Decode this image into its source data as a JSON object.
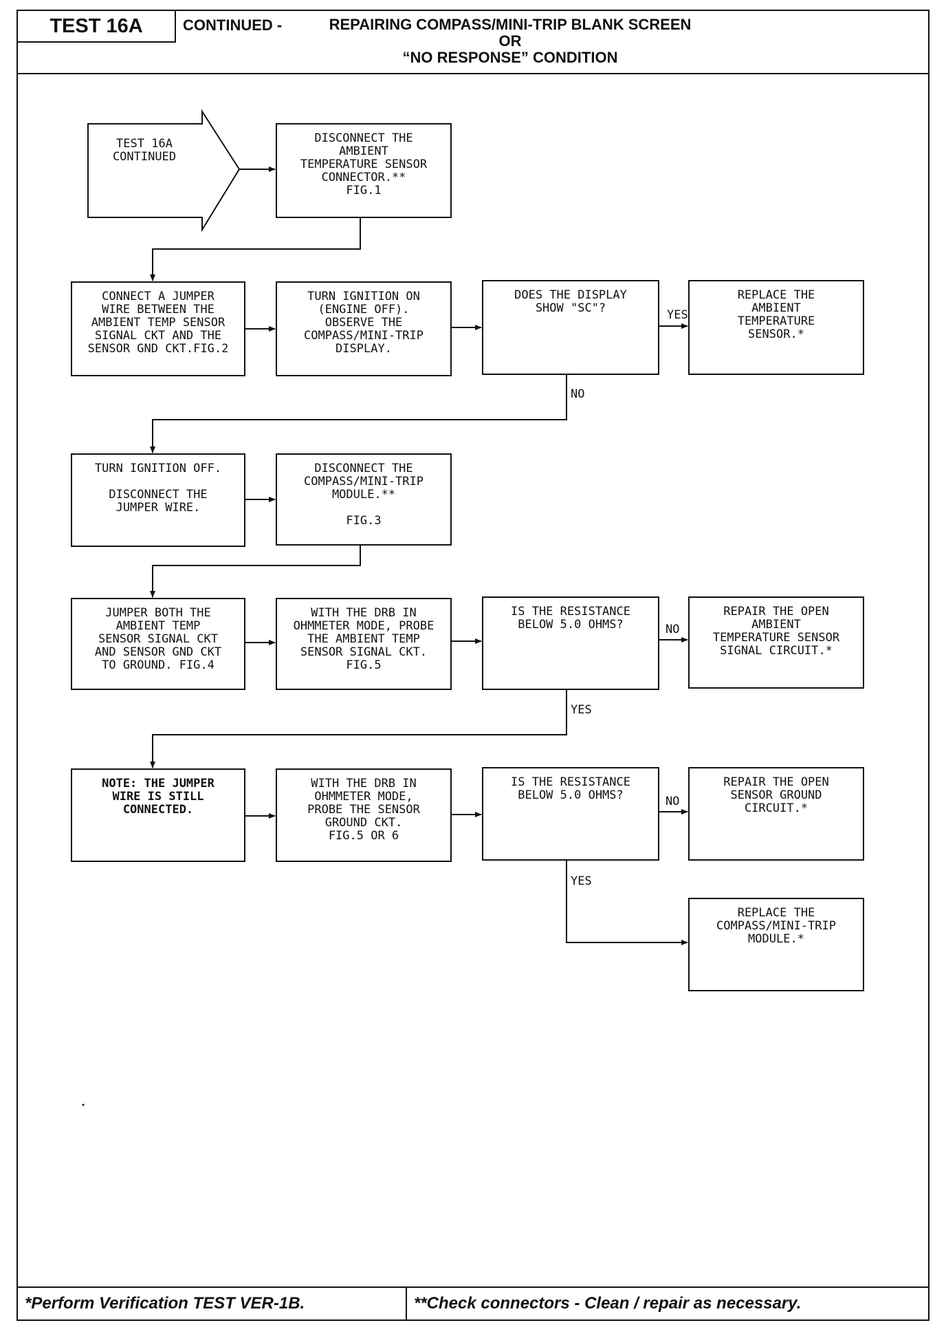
{
  "header": {
    "tag": "TEST 16A",
    "continued": "CONTINUED -",
    "title_line1": "REPAIRING COMPASS/MINI-TRIP BLANK SCREEN OR",
    "title_line2": "“NO RESPONSE” CONDITION"
  },
  "footer": {
    "left": "*Perform Verification TEST VER-1B.",
    "right": "**Check connectors - Clean / repair as necessary."
  },
  "flow": {
    "start": [
      "TEST 16A",
      "CONTINUED"
    ],
    "disconnect_ambient": [
      "DISCONNECT THE",
      "AMBIENT",
      "TEMPERATURE SENSOR",
      "CONNECTOR.**",
      "FIG.1"
    ],
    "connect_jumper": [
      "CONNECT A JUMPER",
      "WIRE BETWEEN THE",
      "AMBIENT TEMP SENSOR",
      "SIGNAL CKT AND THE",
      "SENSOR GND CKT.FIG.2"
    ],
    "turn_ignition_on": [
      "TURN IGNITION ON",
      "(ENGINE OFF).",
      "OBSERVE THE",
      "COMPASS/MINI-TRIP",
      "DISPLAY."
    ],
    "does_display_sc": [
      "DOES THE DISPLAY",
      "SHOW \"SC\"?"
    ],
    "replace_ambient": [
      "REPLACE THE",
      "AMBIENT",
      "TEMPERATURE",
      "SENSOR.*"
    ],
    "turn_ignition_off": [
      "TURN IGNITION OFF.",
      "",
      "DISCONNECT THE",
      "JUMPER WIRE."
    ],
    "disconnect_module": [
      "DISCONNECT THE",
      "COMPASS/MINI-TRIP",
      "MODULE.**",
      "",
      "FIG.3"
    ],
    "jumper_both": [
      "JUMPER BOTH THE",
      "AMBIENT TEMP",
      "SENSOR SIGNAL CKT",
      "AND SENSOR GND CKT",
      "TO GROUND. FIG.4"
    ],
    "probe_signal": [
      "WITH THE DRB IN",
      "OHMMETER MODE, PROBE",
      "THE AMBIENT TEMP",
      "SENSOR SIGNAL CKT.",
      "FIG.5"
    ],
    "resistance_1": [
      "IS THE RESISTANCE",
      "BELOW 5.0 OHMS?"
    ],
    "repair_signal": [
      "REPAIR THE OPEN",
      "AMBIENT",
      "TEMPERATURE SENSOR",
      "SIGNAL CIRCUIT.*"
    ],
    "note_jumper": [
      "NOTE: THE JUMPER",
      "WIRE IS STILL",
      "CONNECTED."
    ],
    "probe_ground": [
      "WITH THE DRB IN",
      "OHMMETER MODE,",
      "PROBE THE SENSOR",
      "GROUND CKT.",
      "FIG.5 OR 6"
    ],
    "resistance_2": [
      "IS THE RESISTANCE",
      "BELOW 5.0 OHMS?"
    ],
    "repair_ground": [
      "REPAIR THE OPEN",
      "SENSOR GROUND",
      "CIRCUIT.*"
    ],
    "replace_module": [
      "REPLACE THE",
      "COMPASS/MINI-TRIP",
      "MODULE.*"
    ],
    "labels": {
      "yes": "YES",
      "no": "NO"
    }
  }
}
